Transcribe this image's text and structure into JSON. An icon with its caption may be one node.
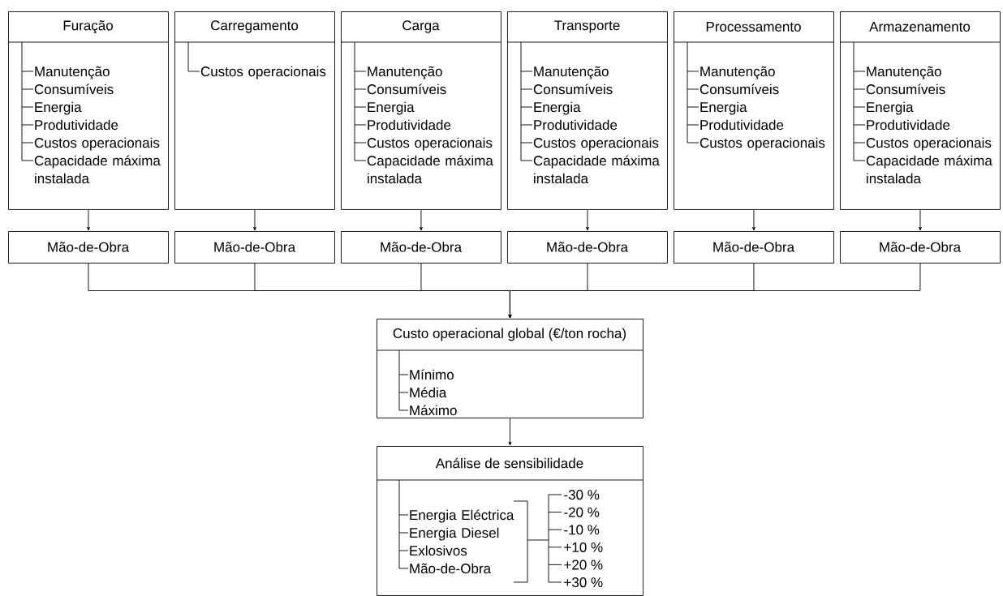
{
  "diagram": {
    "nodes": [
      {
        "text": [
          "Furação",
          "Manutenção",
          "Consumíveis",
          "Energia",
          "Produtividade",
          "Custos operacionais",
          "Capacidade máxima instalada"
        ]
      },
      {
        "text": [
          "Carregamento",
          "Custos operacionais"
        ]
      },
      {
        "text": [
          "Carga",
          "Manutenção",
          "Consumíveis",
          "Energia",
          "Produtividade",
          "Custos operacionais",
          "Capacidade máxima instalada"
        ]
      },
      {
        "text": [
          "Transporte",
          "Manutenção",
          "Consumíveis",
          "Energia",
          "Produtividade",
          "Custos operacionais",
          "Capacidade máxima instalada"
        ]
      },
      {
        "text": [
          "Processamento",
          "Manutenção",
          "Consumíveis",
          "Energia",
          "Produtividade",
          "Custos operacionais"
        ]
      },
      {
        "text": [
          "Armazenamento",
          "Manutenção",
          "Consumíveis",
          "Energia",
          "Produtividade",
          "Custos operacionais",
          "Capacidade máxima instalada"
        ]
      },
      {
        "text": [
          "Mão-de-Obra"
        ]
      },
      {
        "text": [
          "Mão-de-Obra"
        ]
      },
      {
        "text": [
          "Mão-de-Obra"
        ]
      },
      {
        "text": [
          "Mão-de-Obra"
        ]
      },
      {
        "text": [
          "Mão-de-Obra"
        ]
      },
      {
        "text": [
          "Mão-de-Obra"
        ]
      },
      {
        "text": [
          "Custo operacional global (€/ton rocha)",
          "Mínimo",
          "Média",
          "Máximo"
        ]
      },
      {
        "text": [
          "Análise de sensibilidade",
          "Energia Eléctrica",
          "Energia Diesel",
          "Exlosivos",
          "Mão-de-Obra"
        ]
      }
    ],
    "edges": [
      {
        "from": 0,
        "to": 6,
        "arrow": "to"
      },
      {
        "from": 1,
        "to": 7,
        "arrow": "to"
      },
      {
        "from": 2,
        "to": 8,
        "arrow": "to"
      },
      {
        "from": 3,
        "to": 9,
        "arrow": "to"
      },
      {
        "from": 4,
        "to": 10,
        "arrow": "to"
      },
      {
        "from": 5,
        "to": 11,
        "arrow": "to"
      },
      {
        "from": 6,
        "to": 12,
        "arrow": "to"
      },
      {
        "from": 7,
        "to": 12,
        "arrow": "to"
      },
      {
        "from": 8,
        "to": 12,
        "arrow": "to"
      },
      {
        "from": 9,
        "to": 12,
        "arrow": "to"
      },
      {
        "from": 10,
        "to": 12,
        "arrow": "to"
      },
      {
        "from": 11,
        "to": 12,
        "arrow": "to"
      },
      {
        "from": 12,
        "to": 13,
        "arrow": "to"
      }
    ],
    "labels": [
      "-30 %",
      "-20 %",
      "-10 %",
      "+10 %",
      "+20 %",
      "+30 %"
    ]
  }
}
